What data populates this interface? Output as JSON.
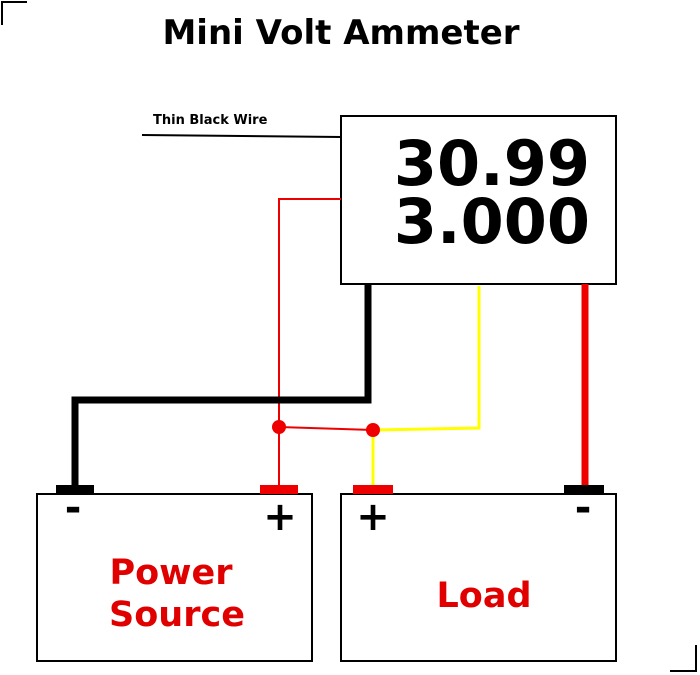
{
  "title": "Mini Volt Ammeter",
  "wire_label": "Thin Black Wire",
  "meter": {
    "voltage": "30.99",
    "current": "3.000"
  },
  "power_source": {
    "label_line1": "Power",
    "label_line2": "Source",
    "negative": "-",
    "positive": "+"
  },
  "load": {
    "label": "Load",
    "positive": "+",
    "negative": "-"
  },
  "colors": {
    "red_wire": "#ee0000",
    "black_wire": "#000000",
    "yellow_wire": "#ffff00",
    "label_red": "#e00000"
  }
}
